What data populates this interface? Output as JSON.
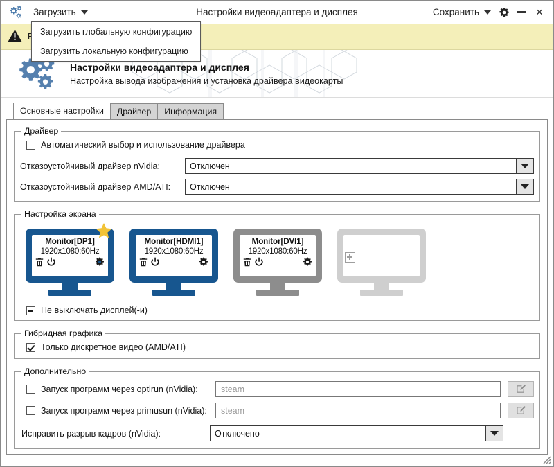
{
  "titlebar": {
    "app_icon": "gears-icon",
    "load_menu_label": "Загрузить",
    "title": "Настройки видеоадаптера и дисплея",
    "save_menu_label": "Сохранить",
    "settings_icon": "gear-icon",
    "minimize_label": "—",
    "close_label": "×"
  },
  "dropdown": {
    "open": true,
    "items": [
      {
        "label": "Загрузить глобальную конфигурацию"
      },
      {
        "label": "Загрузить локальную конфигурацию"
      }
    ]
  },
  "warning": {
    "icon": "warning-triangle-icon",
    "text": "В",
    "background": "#f4efb9"
  },
  "header": {
    "logo_icon": "gears-logo-icon",
    "title": "Настройки видеоадаптера и дисплея",
    "subtitle": "Настройка вывода изображения и установка драйвера видеокарты"
  },
  "tabs": [
    {
      "label": "Основные настройки",
      "active": true
    },
    {
      "label": "Драйвер",
      "active": false
    },
    {
      "label": "Информация",
      "active": false
    }
  ],
  "driver_group": {
    "legend": "Драйвер",
    "auto_checkbox": {
      "label": "Автоматический выбор и использование драйвера",
      "state": "unchecked"
    },
    "nvidia_label": "Отказоустойчивый драйвер nVidia:",
    "nvidia_value": "Отключен",
    "amd_label": "Отказоустойчивый драйвер AMD/ATI:",
    "amd_value": "Отключен"
  },
  "screen_group": {
    "legend": "Настройка экрана",
    "monitors": [
      {
        "name": "Monitor[DP1]",
        "mode": "1920x1080:60Hz",
        "color": "#17568f",
        "primary": true,
        "placeholder": false,
        "icons": [
          "trash-icon",
          "power-icon",
          "gear-icon"
        ]
      },
      {
        "name": "Monitor[HDMI1]",
        "mode": "1920x1080:60Hz",
        "color": "#17568f",
        "primary": false,
        "placeholder": false,
        "icons": [
          "trash-icon",
          "power-icon",
          "gear-icon"
        ]
      },
      {
        "name": "Monitor[DVI1]",
        "mode": "1920x1080:60Hz",
        "color": "#8d8d8d",
        "primary": false,
        "placeholder": false,
        "icons": [
          "trash-icon",
          "power-icon",
          "gear-icon"
        ]
      },
      {
        "name": "",
        "mode": "",
        "color": "#cfcfcf",
        "primary": false,
        "placeholder": true,
        "icons": [
          "plus-icon"
        ]
      }
    ],
    "dont_turn_off": {
      "label": "Не выключать дисплей(-и)",
      "state": "indeterminate"
    }
  },
  "hybrid_group": {
    "legend": "Гибридная графика",
    "discrete_only": {
      "label": "Только дискретное видео (AMD/ATI)",
      "state": "checked"
    }
  },
  "extra_group": {
    "legend": "Дополнительно",
    "optirun": {
      "label": "Запуск программ через optirun (nVidia):",
      "state": "unchecked",
      "placeholder": "steam",
      "value": "",
      "edit_icon": "pencil-edit-icon"
    },
    "primusun": {
      "label": "Запуск программ через primusun (nVidia):",
      "state": "unchecked",
      "placeholder": "steam",
      "value": "",
      "edit_icon": "pencil-edit-icon"
    },
    "tearfix_label": "Исправить разрыв кадров (nVidia):",
    "tearfix_value": "Отключено"
  },
  "resize_grip": "resize-grip-icon",
  "colors": {
    "accent_blue": "#17568f",
    "monitor_gray": "#8d8d8d",
    "placeholder_gray": "#cfcfcf",
    "star_yellow": "#f2c337",
    "warning_bg": "#f4efb9",
    "logo_blue": "#5580ae"
  }
}
